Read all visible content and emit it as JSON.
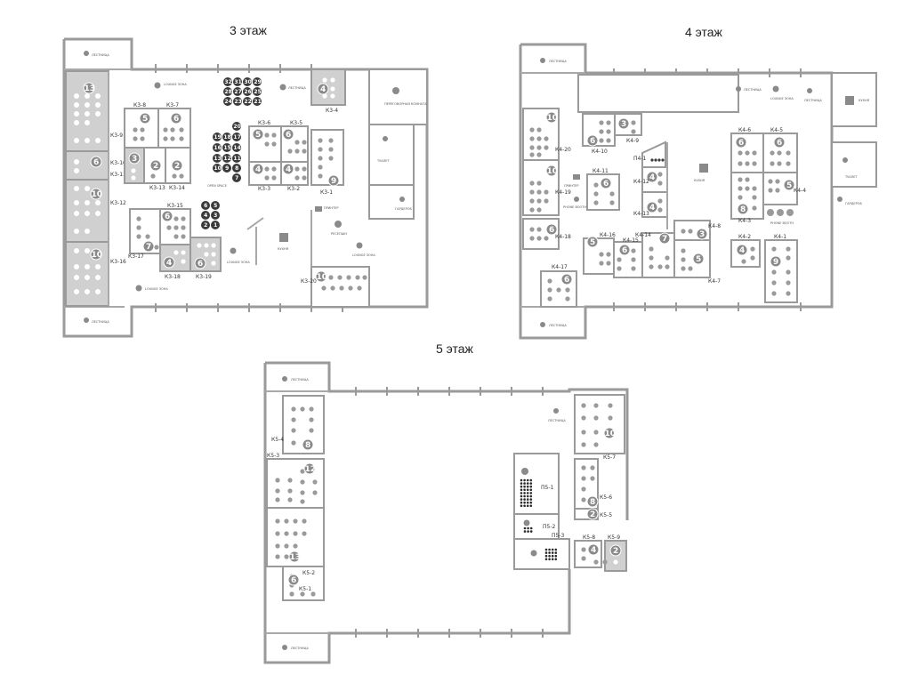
{
  "floors": {
    "f3": {
      "title": "3 этаж"
    },
    "f4": {
      "title": "4 этаж"
    },
    "f5": {
      "title": "5 этаж"
    }
  },
  "labels": {
    "stairs": "ЛЕСТНИЦА",
    "lounge": "LOUNGE ЗОНА",
    "kitchen": "КУХНЯ",
    "openspace": "OPEN SPACE",
    "negotiation": "ПЕРЕГОВОРНАЯ КОМНАТА",
    "toilet": "ТУАЛЕТ",
    "wardrobe": "ГАРДЕРОБ",
    "reception": "РЕСЕПШН",
    "printer": "ПРИНТЕР",
    "phonebooth": "PHONE BOOTH"
  },
  "f3": {
    "rooms": [
      "К3-9",
      "К3-10",
      "К3-11",
      "К3-12",
      "К3-16",
      "К3-8",
      "К3-7",
      "К3-13",
      "К3-14",
      "К3-15",
      "К3-17",
      "К3-18",
      "К3-19",
      "К3-6",
      "К3-5",
      "К3-3",
      "К3-2",
      "К3-1",
      "К3-4",
      "К3-20"
    ],
    "counts": {
      "k39": "13",
      "k310": "6",
      "k312": "10",
      "k316": "10",
      "k38": "5",
      "k37": "6",
      "k311": "3",
      "k313": "2",
      "k314": "2",
      "k315": "6",
      "k317": "7",
      "k318": "4",
      "k319": "6",
      "k36": "5",
      "k35": "6",
      "k33": "4",
      "k32": "4",
      "k31": "9",
      "k34": "4",
      "k320": "10"
    },
    "open_a": [
      "32",
      "31",
      "30",
      "29",
      "28",
      "27",
      "26",
      "25",
      "24",
      "23",
      "22",
      "21"
    ],
    "open_b": [
      "20",
      "19",
      "18",
      "17",
      "16",
      "15",
      "14",
      "13",
      "12",
      "11",
      "10",
      "9",
      "8",
      "7"
    ],
    "open_c": [
      "6",
      "5",
      "4",
      "3",
      "2",
      "1"
    ]
  },
  "f4": {
    "rooms": [
      "К4-20",
      "К4-19",
      "К4-18",
      "К4-17",
      "К4-10",
      "К4-9",
      "К4-11",
      "К4-12",
      "К4-13",
      "К4-14",
      "К4-15",
      "К4-16",
      "К4-8",
      "К4-7",
      "К4-6",
      "К4-5",
      "К4-4",
      "К4-3",
      "К4-2",
      "К4-1",
      "П4-1"
    ],
    "counts": {
      "k420": "10",
      "k419": "10",
      "k418": "6",
      "k417": "6",
      "k410": "6",
      "k49": "3",
      "k411": "6",
      "k412": "4",
      "k413": "4",
      "k414": "7",
      "k415": "6",
      "k416": "5",
      "k48": "3",
      "k47": "5",
      "k46": "6",
      "k45": "6",
      "k44": "5",
      "k43": "8",
      "k42": "4",
      "k41": "9"
    }
  },
  "f5": {
    "rooms": [
      "К5-4",
      "К5-3",
      "К5-2",
      "К5-1",
      "К5-7",
      "К5-6",
      "К5-5",
      "К5-8",
      "К5-9",
      "П5-1",
      "П5-2",
      "П5-3"
    ],
    "counts": {
      "k54": "8",
      "k53": "12",
      "k52": "13",
      "k51": "6",
      "k57": "10",
      "k56": "8",
      "k55": "2",
      "k58": "4",
      "k59": "2"
    }
  }
}
